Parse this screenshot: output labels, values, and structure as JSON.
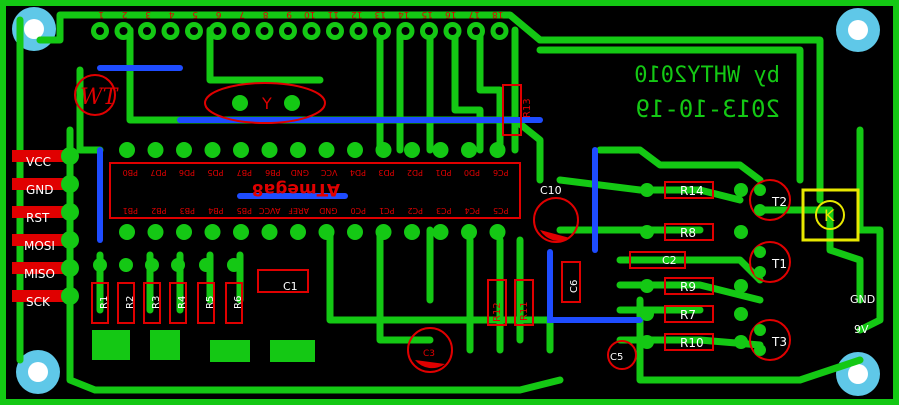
{
  "colors": {
    "background": "#000000",
    "trace": "#14c814",
    "jumper": "#1e4cff",
    "silkscreen": "#e00000",
    "mount_ring": "#5fc8e8",
    "relay": "#e8e800",
    "white_text": "#ffffff"
  },
  "header_pins": [
    "VCC",
    "GND",
    "RST",
    "MOSI",
    "MISO",
    "SCK"
  ],
  "title": {
    "author": "by WHTY2010",
    "date": "2013-10-19"
  },
  "mcu": {
    "name": "ATmega8",
    "top_pins": [
      "PB0",
      "PD7",
      "PD6",
      "PD5",
      "PB7",
      "PB6",
      "GND",
      "VCC",
      "PD4",
      "PD3",
      "PD2",
      "PD1",
      "PD0",
      "PC6"
    ],
    "bottom_pins": [
      "PB1",
      "PB2",
      "PB3",
      "PB4",
      "PB5",
      "AVCC",
      "AREF",
      "GND",
      "PC0",
      "PC1",
      "PC2",
      "PC3",
      "PC4",
      "PC5"
    ]
  },
  "top_connector": [
    "1",
    "2",
    "3",
    "4",
    "5",
    "6",
    "7",
    "8",
    "9",
    "10",
    "11",
    "12",
    "13",
    "14",
    "15",
    "16",
    "17",
    "18"
  ],
  "logo": "WT",
  "crystal": "Y",
  "components": {
    "resistors_right": [
      "R14",
      "R8",
      "R9",
      "R7",
      "R10"
    ],
    "resistors_left": [
      "R1",
      "R2",
      "R3",
      "R4",
      "R5",
      "R6"
    ],
    "resistors_mid": [
      "R12",
      "R11",
      "R13"
    ],
    "capacitors": [
      "C10",
      "C2",
      "C1",
      "C5",
      "C6",
      "C3"
    ],
    "transistors": [
      "T2",
      "T1",
      "T3"
    ],
    "relay": "K",
    "power_labels": [
      "GND",
      "9V"
    ]
  }
}
